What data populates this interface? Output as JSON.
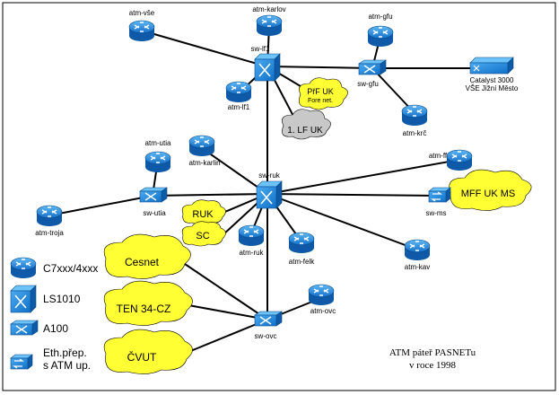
{
  "routers": [
    {
      "id": "atm-vse",
      "label": "atm-vše"
    },
    {
      "id": "atm-karlov",
      "label": "atm-karlov"
    },
    {
      "id": "atm-gfu",
      "label": "atm-gfu"
    },
    {
      "id": "atm-lf1",
      "label": "atm-lf1"
    },
    {
      "id": "atm-krc",
      "label": "atm-krč"
    },
    {
      "id": "atm-utia",
      "label": "atm-utia"
    },
    {
      "id": "atm-karlin",
      "label": "atm-karlin"
    },
    {
      "id": "atm-ff",
      "label": "atm-ff"
    },
    {
      "id": "atm-troja",
      "label": "atm-troja"
    },
    {
      "id": "atm-ruk",
      "label": "atm-ruk"
    },
    {
      "id": "atm-felk",
      "label": "atm-felk"
    },
    {
      "id": "atm-kav",
      "label": "atm-kav"
    },
    {
      "id": "atm-ovc",
      "label": "atm-ovc"
    }
  ],
  "switches": [
    {
      "id": "sw-lf1",
      "label": "sw-lf1"
    },
    {
      "id": "sw-ruk",
      "label": "sw-ruk"
    }
  ],
  "a100s": [
    {
      "id": "sw-gfu",
      "label": "sw-gfu"
    },
    {
      "id": "sw-utia",
      "label": "sw-utia"
    },
    {
      "id": "sw-ovc",
      "label": "sw-ovc"
    }
  ],
  "ethswitches": [
    {
      "id": "sw-ms",
      "label": "sw-ms"
    }
  ],
  "catalyst": {
    "line1": "Catalyst 3000",
    "line2": "VŠE Jižní Město"
  },
  "clouds": [
    {
      "id": "prf",
      "line1": "PřF UK",
      "line2": "Fore net."
    },
    {
      "id": "lf1uk",
      "line1": "1. LF UK",
      "line2": ""
    },
    {
      "id": "mff",
      "line1": "MFF UK MS",
      "line2": ""
    },
    {
      "id": "ruk",
      "line1": "RUK",
      "line2": ""
    },
    {
      "id": "sc",
      "line1": "SC",
      "line2": ""
    },
    {
      "id": "cesnet",
      "line1": "Cesnet",
      "line2": ""
    },
    {
      "id": "ten",
      "line1": "TEN 34-CZ",
      "line2": ""
    },
    {
      "id": "cvut",
      "line1": "ČVUT",
      "line2": ""
    }
  ],
  "legend": {
    "router": "C7xxx/4xxx",
    "switch": "LS1010",
    "a100": "A100",
    "eth_line1": "Eth.přep.",
    "eth_line2": "s ATM up."
  },
  "caption": {
    "line1": "ATM páteř PASNETu",
    "line2": "v roce 1998"
  },
  "colors": {
    "device_blue": "#1f8fe0",
    "device_dark": "#0d3f7a",
    "cloud_yellow": "#ffff33",
    "cloud_gray": "#c8c8c8"
  }
}
